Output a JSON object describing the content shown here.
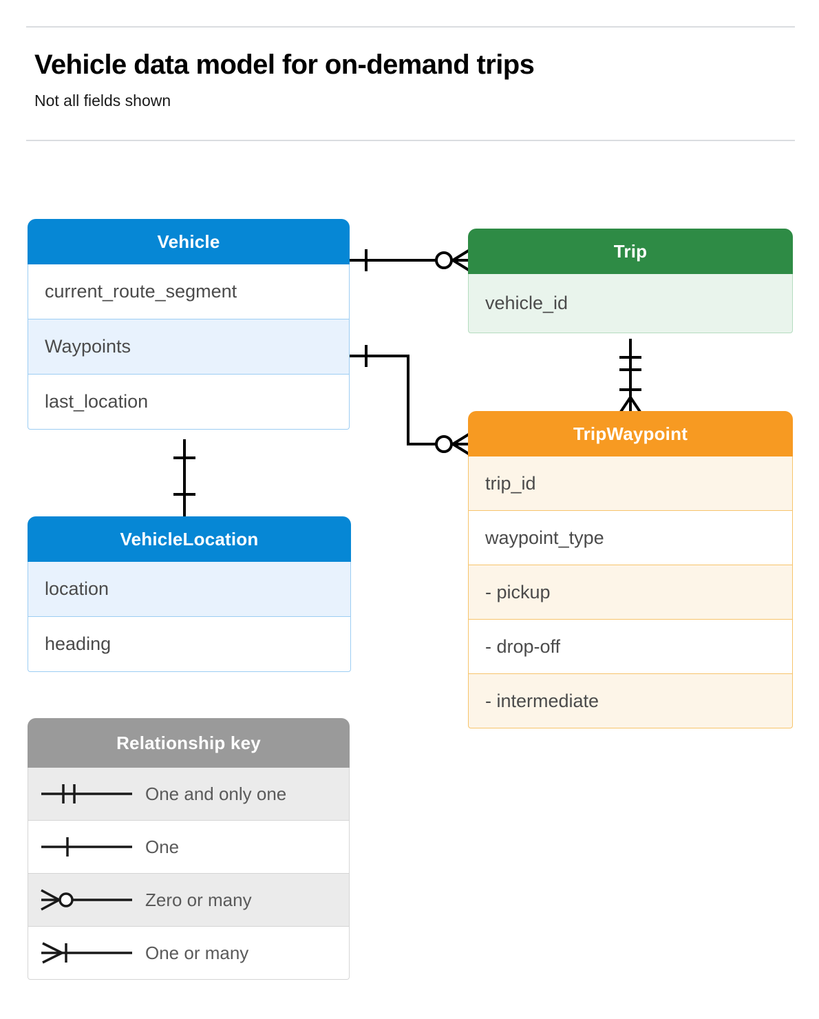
{
  "header": {
    "title": "Vehicle data model for on-demand trips",
    "subtitle": "Not all fields shown"
  },
  "colors": {
    "vehicle": "#0687d5",
    "trip": "#2e8b45",
    "tripwaypoint": "#f79a22",
    "legend": "#9a9a9a",
    "vehicle_row_alt": "#e8f2fd",
    "trip_row_alt": "#e9f4ec",
    "tripwaypoint_row_alt": "#fdf5e8",
    "legend_row_alt": "#ebebeb",
    "connector": "#000000"
  },
  "entities": {
    "vehicle": {
      "name": "Vehicle",
      "fields": [
        "current_route_segment",
        "Waypoints",
        "last_location"
      ]
    },
    "trip": {
      "name": "Trip",
      "fields": [
        "vehicle_id"
      ]
    },
    "tripwaypoint": {
      "name": "TripWaypoint",
      "fields": [
        "trip_id",
        "waypoint_type",
        "-  pickup",
        "-  drop-off",
        "-  intermediate"
      ]
    },
    "vehiclelocation": {
      "name": "VehicleLocation",
      "fields": [
        "location",
        "heading"
      ]
    }
  },
  "legend": {
    "title": "Relationship key",
    "rows": [
      {
        "symbol": "one-and-only-one-icon",
        "label": "One and only one"
      },
      {
        "symbol": "one-icon",
        "label": "One"
      },
      {
        "symbol": "zero-or-many-icon",
        "label": "Zero or many"
      },
      {
        "symbol": "one-or-many-icon",
        "label": "One or many"
      }
    ]
  },
  "relationships": [
    {
      "from": "Vehicle",
      "to": "Trip",
      "from_cardinality": "One",
      "to_cardinality": "Zero or many"
    },
    {
      "from": "Vehicle.Waypoints",
      "to": "TripWaypoint",
      "from_cardinality": "One",
      "to_cardinality": "Zero or many"
    },
    {
      "from": "Trip",
      "to": "TripWaypoint",
      "from_cardinality": "One and only one",
      "to_cardinality": "One or many"
    },
    {
      "from": "Vehicle",
      "to": "VehicleLocation",
      "from_cardinality": "One",
      "to_cardinality": "One"
    }
  ]
}
